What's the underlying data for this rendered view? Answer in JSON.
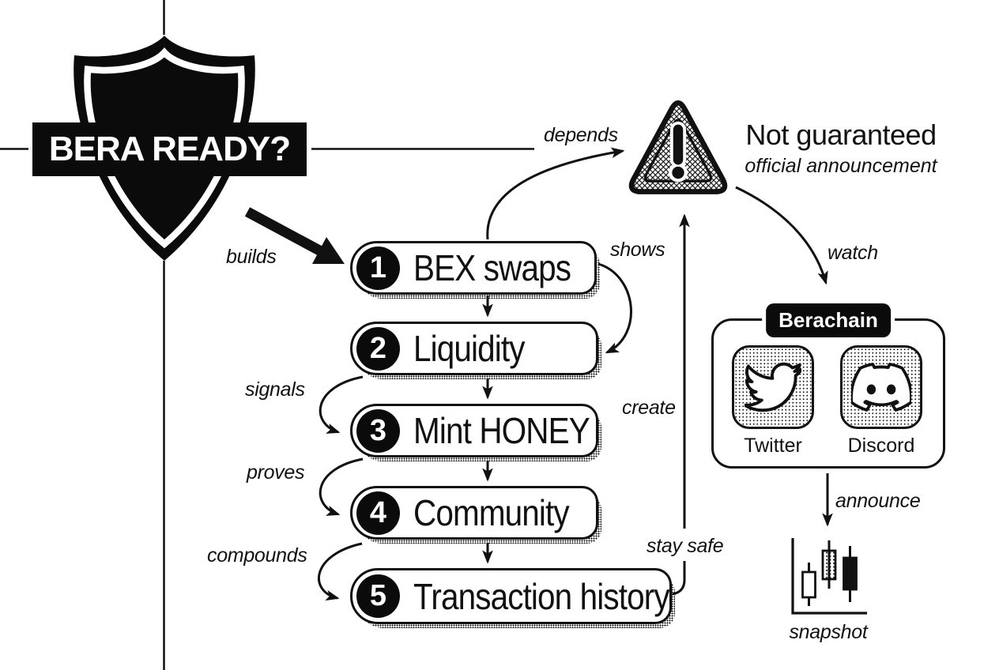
{
  "badge": {
    "title": "BERA READY?"
  },
  "steps": [
    {
      "num": "1",
      "label": "BEX swaps"
    },
    {
      "num": "2",
      "label": "Liquidity"
    },
    {
      "num": "3",
      "label": "Mint HONEY"
    },
    {
      "num": "4",
      "label": "Community"
    },
    {
      "num": "5",
      "label": "Transaction history"
    }
  ],
  "labels": {
    "builds": "builds",
    "depends": "depends",
    "shows": "shows",
    "signals": "signals",
    "proves": "proves",
    "compounds": "compounds",
    "create": "create",
    "stay_safe": "stay safe",
    "watch": "watch",
    "announce": "announce",
    "snapshot": "snapshot"
  },
  "warning": {
    "title": "Not guaranteed",
    "subtitle": "official announcement"
  },
  "social": {
    "title": "Berachain",
    "channels": [
      {
        "label": "Twitter"
      },
      {
        "label": "Discord"
      }
    ]
  },
  "colors": {
    "ink": "#111111",
    "paper": "#ffffff"
  }
}
